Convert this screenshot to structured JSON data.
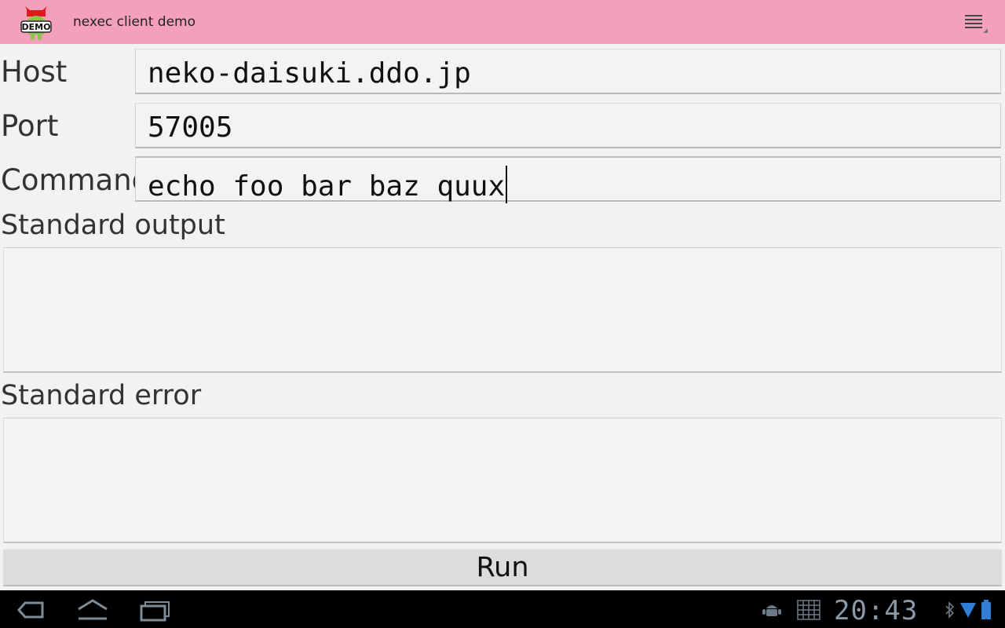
{
  "app": {
    "title": "nexec client demo",
    "icon_badge": "DEMO",
    "icon": "android-demo-app-icon",
    "actionbar_color": "#f5a0bb"
  },
  "menu": {
    "icon": "overflow-menu-icon"
  },
  "form": {
    "host": {
      "label": "Host",
      "value": "neko-daisuki.ddo.jp"
    },
    "port": {
      "label": "Port",
      "value": "57005"
    },
    "command": {
      "label": "Command",
      "value": "echo foo bar baz quux"
    }
  },
  "output": {
    "stdout": {
      "label": "Standard output",
      "value": ""
    },
    "stderr": {
      "label": "Standard error",
      "value": ""
    }
  },
  "run_button": {
    "label": "Run"
  },
  "system_bar": {
    "back_icon": "back-icon",
    "home_icon": "home-icon",
    "recents_icon": "recent-apps-icon",
    "debug_icon": "android-debug-icon",
    "keyboard_icon": "keyboard-grid-icon",
    "time": "20:43",
    "bluetooth_icon": "bluetooth-icon",
    "wifi_icon": "wifi-icon",
    "battery_icon": "battery-icon"
  }
}
